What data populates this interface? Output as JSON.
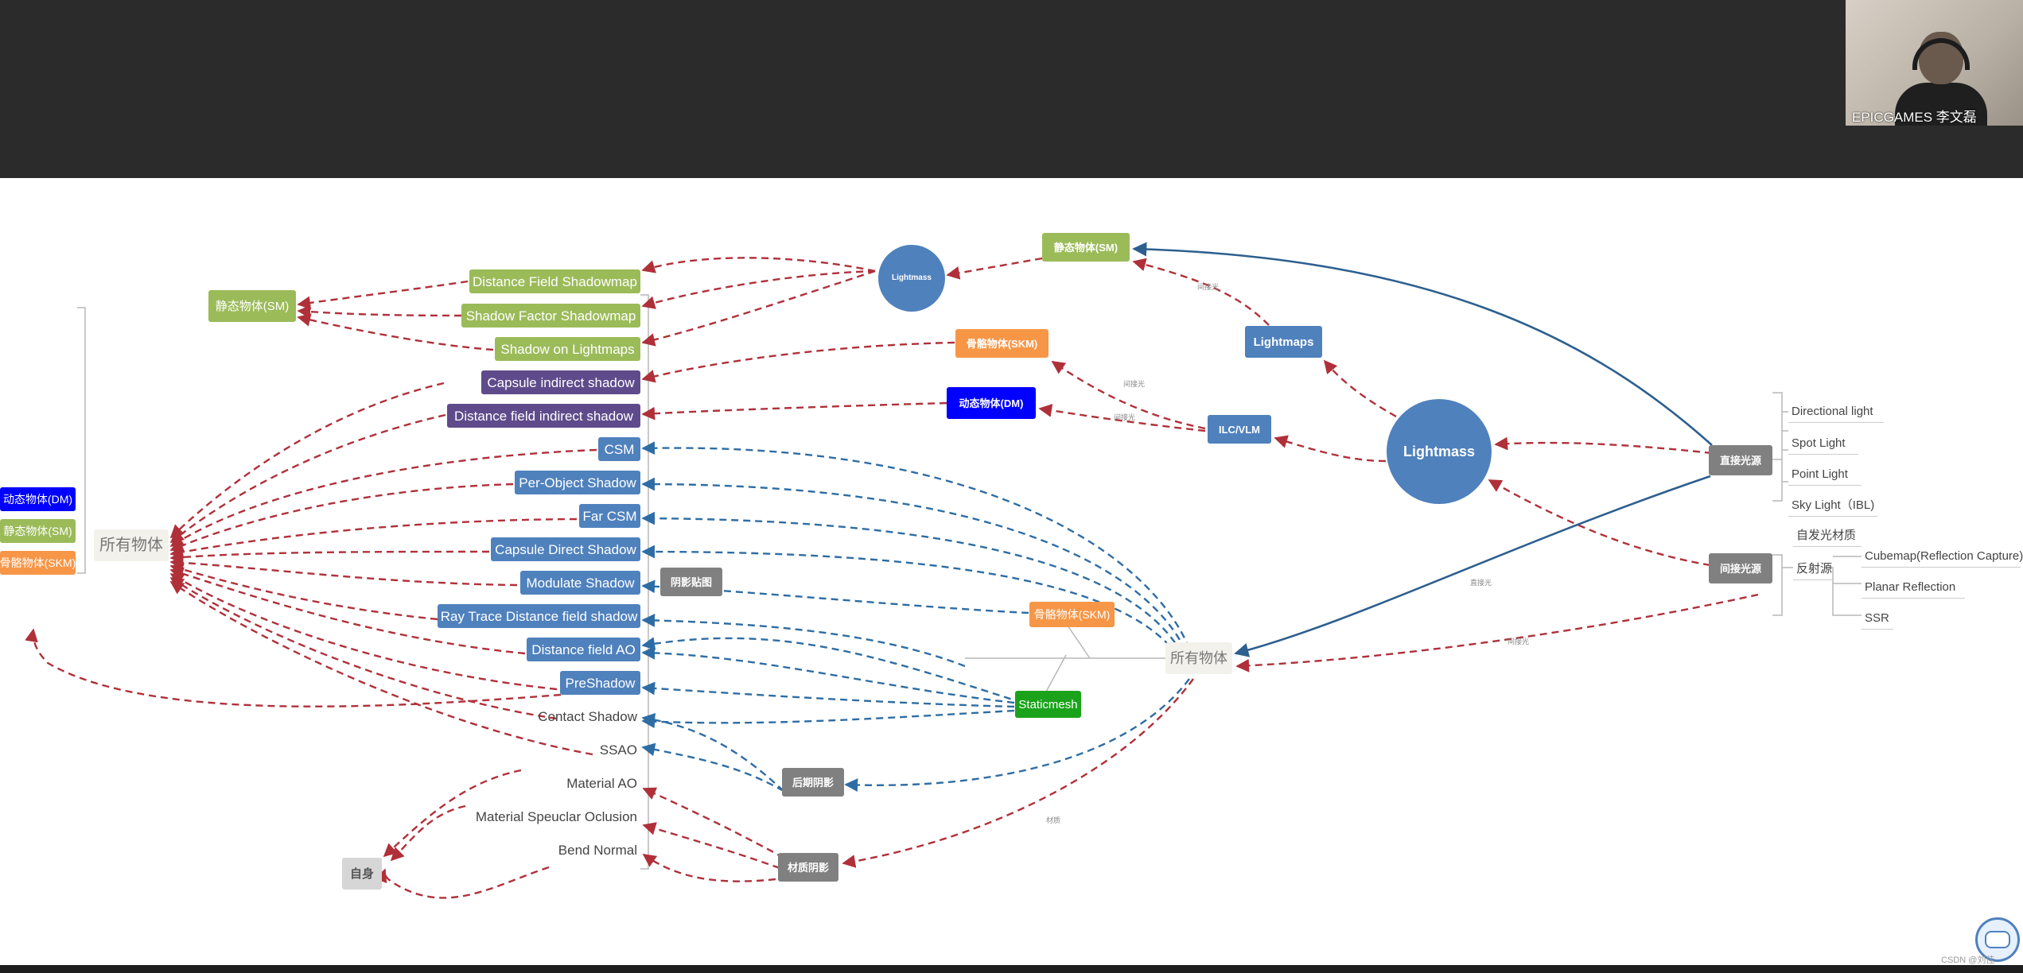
{
  "webcam": {
    "caption": "EPICGAMES 李文磊"
  },
  "watermark": "CSDN @刘佳",
  "colors": {
    "green": "#9bbb59",
    "blue": "#4f81bd",
    "purple": "#5f4b8b",
    "orange": "#f79646",
    "dark_blue": "#0000ff",
    "gray": "#808080",
    "static_mesh": "#1aa31a",
    "edge_red": "#b0303a",
    "edge_blue": "#2e6da4",
    "edge_navy": "#2d5f8f"
  },
  "nodes": {
    "dm_left": "动态物体(DM)",
    "sm_left": "静态物体(SM)",
    "skm_left": "骨骼物体(SKM)",
    "all_objects_left": "所有物体",
    "sm_top_left": "静态物体(SM)",
    "self": "自身",
    "distance_field_shadowmap": "Distance Field Shadowmap",
    "shadow_factor_shadowmap": "Shadow Factor Shadowmap",
    "shadow_on_lightmaps": "Shadow on Lightmaps",
    "capsule_indirect_shadow": "Capsule indirect shadow",
    "distance_field_indirect_shadow": "Distance field indirect shadow",
    "csm": "CSM",
    "per_object_shadow": "Per-Object Shadow",
    "far_csm": "Far CSM",
    "capsule_direct_shadow": "Capsule Direct Shadow",
    "modulate_shadow": "Modulate Shadow",
    "ray_trace_df_shadow": "Ray Trace Distance field shadow",
    "distance_field_ao": "Distance field AO",
    "preshadow": "PreShadow",
    "contact_shadow": "Contact Shadow",
    "ssao": "SSAO",
    "material_ao": "Material AO",
    "material_specular_occlusion": "Material Speuclar Oclusion",
    "bend_normal": "Bend Normal",
    "shadow_map": "阴影贴图",
    "post_shadow": "后期阴影",
    "material_shadow": "材质阴影",
    "lightmass_small": "Lightmass",
    "sm_top": "静态物体(SM)",
    "skm_mid": "骨骼物体(SKM)",
    "dm_mid": "动态物体(DM)",
    "lightmaps": "Lightmaps",
    "ilc_vlm": "ILC/VLM",
    "lightmass_big": "Lightmass",
    "skm_center": "骨骼物体(SKM)",
    "staticmesh": "Staticmesh",
    "all_objects_center": "所有物体",
    "direct_light_source": "直接光源",
    "indirect_light_source": "间接光源",
    "directional_light": "Directional light",
    "spot_light": "Spot Light",
    "point_light": "Point Light",
    "sky_light": "Sky Light（IBL)",
    "emissive_material": "自发光材质",
    "reflection_source": "反射源",
    "cubemap": "Cubemap(Reflection Capture)",
    "planar_reflection": "Planar Reflection",
    "ssr": "SSR"
  },
  "edge_labels": {
    "sm_to_lightmaps": "间接光",
    "skm_to_ilc": "间接光",
    "dm_to_ilc": "间接光",
    "direct_to_all": "直接光",
    "indirect_to_all": "间接光",
    "material_edge": "材质"
  }
}
